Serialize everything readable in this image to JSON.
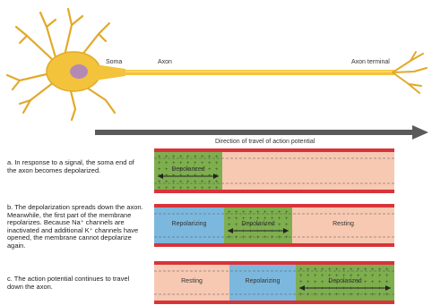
{
  "labels": {
    "soma": "Soma",
    "axon": "Axon",
    "axon_terminal": "Axon terminal",
    "direction": "Direction of travel of action potential"
  },
  "panels": [
    {
      "caption": "a. In response to a signal, the soma end of the axon becomes depolarized.",
      "segments": [
        {
          "label": "Depolarized",
          "state": "depolarized"
        },
        {
          "label": "",
          "state": "resting"
        }
      ]
    },
    {
      "caption": "b. The depolarization spreads down the axon. Meanwhile, the first part of the membrane repolarizes. Because Na⁺ channels are inactivated and additional K⁺ channels have opened, the membrane cannot depolarize again.",
      "segments": [
        {
          "label": "Repolarizing",
          "state": "repolarizing"
        },
        {
          "label": "Depolarized",
          "state": "depolarized"
        },
        {
          "label": "Resting",
          "state": "resting"
        }
      ]
    },
    {
      "caption": "c. The action potential continues to travel down the axon.",
      "segments": [
        {
          "label": "Resting",
          "state": "resting"
        },
        {
          "label": "Repolarizing",
          "state": "repolarizing"
        },
        {
          "label": "Depolarized",
          "state": "depolarized"
        }
      ]
    }
  ],
  "colors": {
    "depolarized": "#7fae4f",
    "repolarizing": "#7cb8de",
    "resting": "#f7c9b3",
    "membrane": "#d9333a",
    "neuron": "#f3c33c",
    "nucleus": "#b48ab5",
    "arrow": "#555555"
  }
}
